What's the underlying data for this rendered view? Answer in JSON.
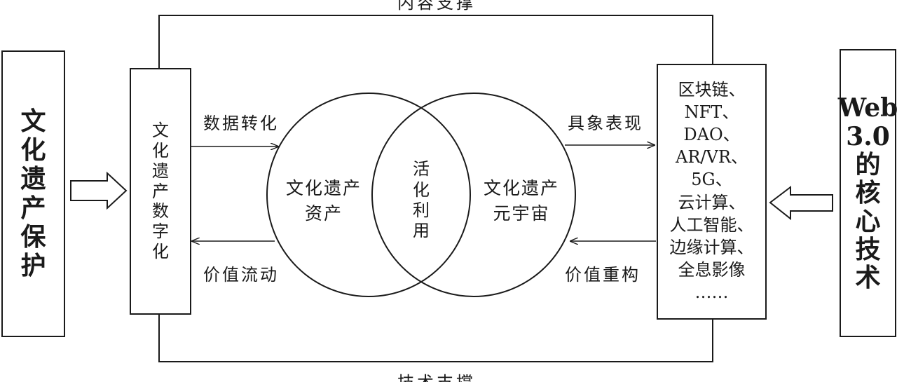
{
  "top_label": "内容支撑",
  "bottom_label": "技术支撑",
  "left_outer": "文\n化\n遗\n产\n保\n护",
  "left_inner": "文\n化\n遗\n产\n数\n字\n化",
  "arrow_upper_left": "数据转化",
  "arrow_lower_left": "价值流动",
  "arrow_upper_right": "具象表现",
  "arrow_lower_right": "价值重构",
  "circle_left": "文化遗产\n资产",
  "circle_overlap": "活\n化\n利\n用",
  "circle_right": "文化遗产\n元宇宙",
  "tech_list": "区块链、\nNFT、\nDAO、\nAR/VR、\n5G、\n云计算、\n人工智能、\n边缘计算、\n全息影像\n……",
  "right_outer": "Web\n3.0\n的\n核\n心\n技\n术"
}
